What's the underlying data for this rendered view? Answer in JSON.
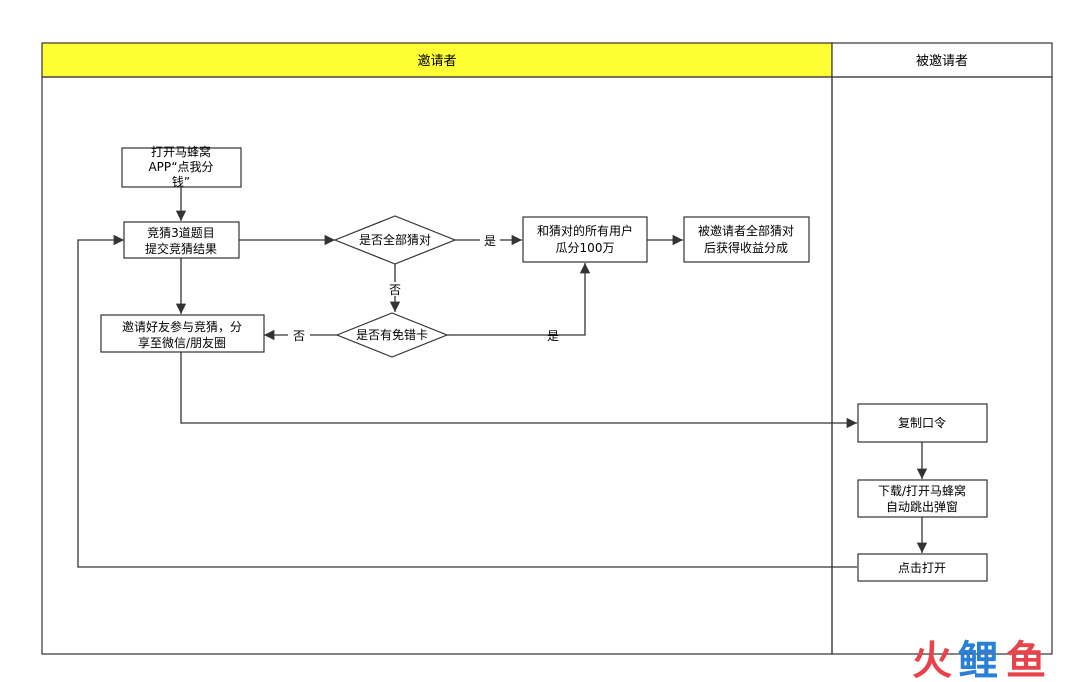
{
  "lanes": {
    "inviter": "邀请者",
    "invitee": "被邀请者"
  },
  "nodes": {
    "open_app": [
      "打开马蜂窝",
      "APP“点我分",
      "钱”"
    ],
    "guess": [
      "竞猜3道题目",
      "提交竞猜结果"
    ],
    "all_correct": "是否全部猜对",
    "share_prize": [
      "和猜对的所有用户",
      "瓜分100万"
    ],
    "invitee_share": [
      "被邀请者全部猜对",
      "后获得收益分成"
    ],
    "invite_friends": [
      "邀请好友参与竞猜，分",
      "享至微信/朋友圈"
    ],
    "free_card": "是否有免错卡",
    "copy_code": "复制口令",
    "download": [
      "下载/打开马蜂窝",
      "自动跳出弹窗"
    ],
    "click_open": "点击打开"
  },
  "edges": {
    "yes1": "是",
    "no1": "否",
    "no2": "否",
    "yes2": "是"
  },
  "colors": {
    "header_yellow": "#ffff33",
    "line": "#333333",
    "watermark_red": "#e8424a",
    "watermark_blue": "#2a7fd6"
  },
  "watermark": {
    "c1": "火",
    "c2": "鲤",
    "c3": "鱼"
  }
}
